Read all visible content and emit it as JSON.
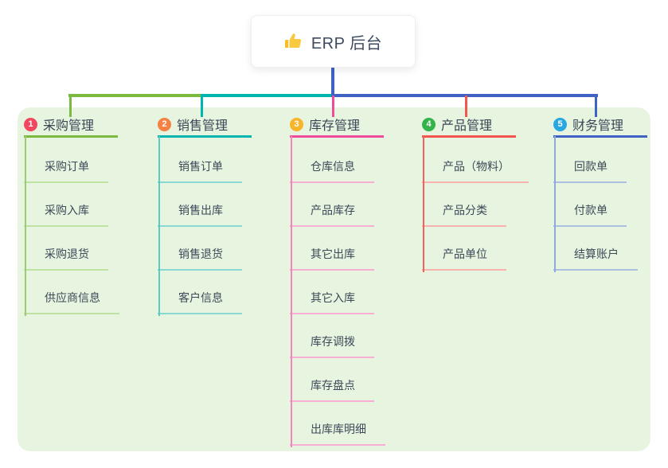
{
  "root": {
    "title": "ERP 后台",
    "icon": "thumbs-up-icon",
    "icon_color": "#f6bf26",
    "line_color": "#3f62c4"
  },
  "canvas": {
    "panel_bg": "#e7f5e0",
    "page_bg": "#ffffff",
    "bus_colors": {
      "left": "#7cb93f",
      "middle": "#00b5ad",
      "right": "#3f62c4"
    }
  },
  "branches": [
    {
      "number": "1",
      "title": "采购管理",
      "badge_color": "#f1485f",
      "main_color": "#7cb93f",
      "line_color": "#9ccb76",
      "sub_color": "#bfe2a3",
      "items": [
        "采购订单",
        "采购入库",
        "采购退货",
        "供应商信息"
      ]
    },
    {
      "number": "2",
      "title": "销售管理",
      "badge_color": "#f58142",
      "main_color": "#00b5ad",
      "line_color": "#5ec9c2",
      "sub_color": "#8ad8d2",
      "items": [
        "销售订单",
        "销售出库",
        "销售退货",
        "客户信息"
      ]
    },
    {
      "number": "3",
      "title": "库存管理",
      "badge_color": "#f7b52b",
      "main_color": "#ed4c9b",
      "line_color": "#f287bd",
      "sub_color": "#f6aed2",
      "items": [
        "仓库信息",
        "产品库存",
        "其它出库",
        "其它入库",
        "库存调拨",
        "库存盘点",
        "出库库明细"
      ]
    },
    {
      "number": "4",
      "title": "产品管理",
      "badge_color": "#33b34a",
      "main_color": "#f4554e",
      "line_color": "#f0625c",
      "sub_color": "#f8b3ae",
      "items": [
        "产品（物料）",
        "产品分类",
        "产品单位"
      ]
    },
    {
      "number": "5",
      "title": "财务管理",
      "badge_color": "#29a7e1",
      "main_color": "#3f62c4",
      "line_color": "#8ea9dd",
      "sub_color": "#aebfe4",
      "items": [
        "回款单",
        "付款单",
        "结算账户"
      ]
    }
  ]
}
